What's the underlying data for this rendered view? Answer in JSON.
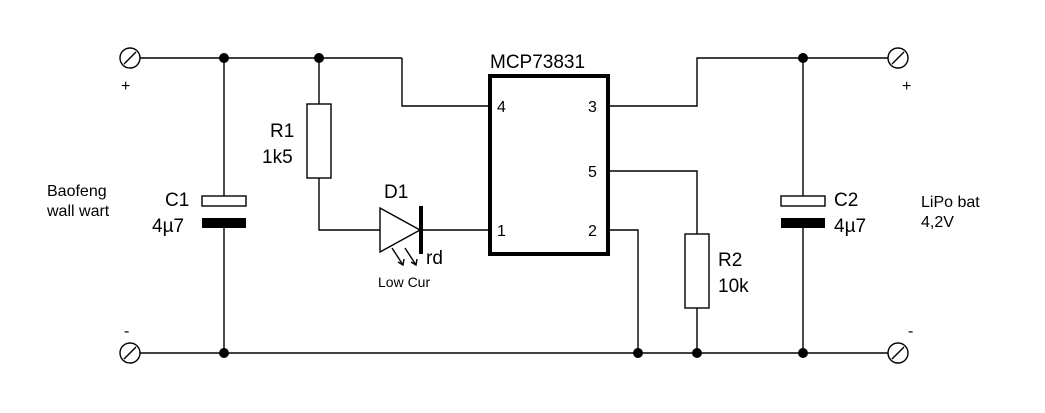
{
  "ic": {
    "name": "MCP73831",
    "pins": {
      "p1": "1",
      "p2": "2",
      "p3": "3",
      "p4": "4",
      "p5": "5"
    }
  },
  "r1": {
    "ref": "R1",
    "value": "1k5"
  },
  "r2": {
    "ref": "R2",
    "value": "10k"
  },
  "c1": {
    "ref": "C1",
    "value": "4µ7"
  },
  "c2": {
    "ref": "C2",
    "value": "4µ7"
  },
  "d1": {
    "ref": "D1",
    "value": "rd",
    "note": "Low Cur"
  },
  "input": {
    "line1": "Baofeng",
    "line2": "wall wart",
    "plus": "+",
    "minus": "-"
  },
  "output": {
    "line1": "LiPo bat",
    "line2": "4,2V",
    "plus": "+",
    "minus": "-"
  }
}
